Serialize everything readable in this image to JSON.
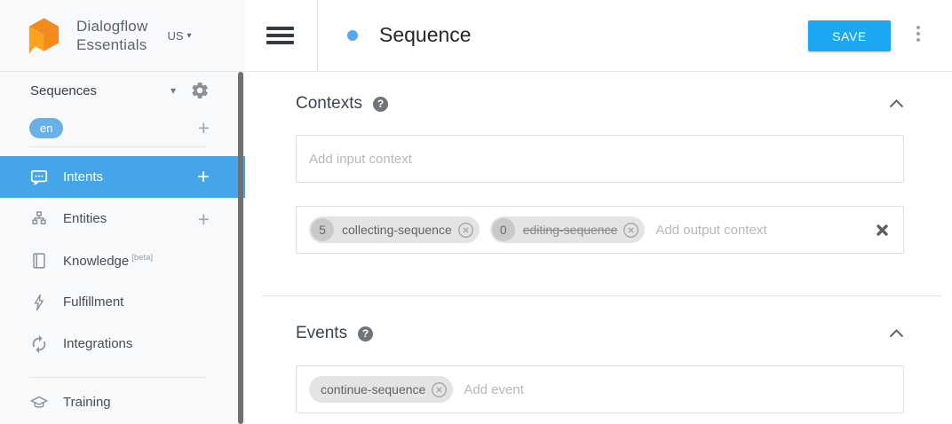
{
  "colors": {
    "save_button_blue": "#1ba7f2",
    "active_nav_blue": "#44a6e8",
    "language_pill_blue": "#68b1e8",
    "title_dot_blue": "#55a8ef",
    "logo_orange": "#f7941e"
  },
  "icons": {
    "plus": "+",
    "caret_down": "▾",
    "question": "?"
  },
  "sidebar": {
    "brand_line1": "Dialogflow",
    "brand_line2": "Essentials",
    "region": "US",
    "agent_name": "Sequences",
    "language": "en",
    "nav": [
      {
        "label": "Intents"
      },
      {
        "label": "Entities"
      },
      {
        "label": "Knowledge",
        "beta": "[beta]"
      },
      {
        "label": "Fulfillment"
      },
      {
        "label": "Integrations"
      },
      {
        "label": "Training"
      }
    ]
  },
  "header": {
    "title": "Sequence",
    "save_label": "SAVE"
  },
  "contexts": {
    "heading": "Contexts",
    "input_placeholder": "Add input context",
    "output_placeholder": "Add output context",
    "output_chips": [
      {
        "lifespan": "5",
        "name": "collecting-sequence",
        "strikethrough": false
      },
      {
        "lifespan": "0",
        "name": "editing-sequence",
        "strikethrough": true
      }
    ]
  },
  "events": {
    "heading": "Events",
    "placeholder": "Add event",
    "chips": [
      {
        "name": "continue-sequence"
      }
    ]
  }
}
